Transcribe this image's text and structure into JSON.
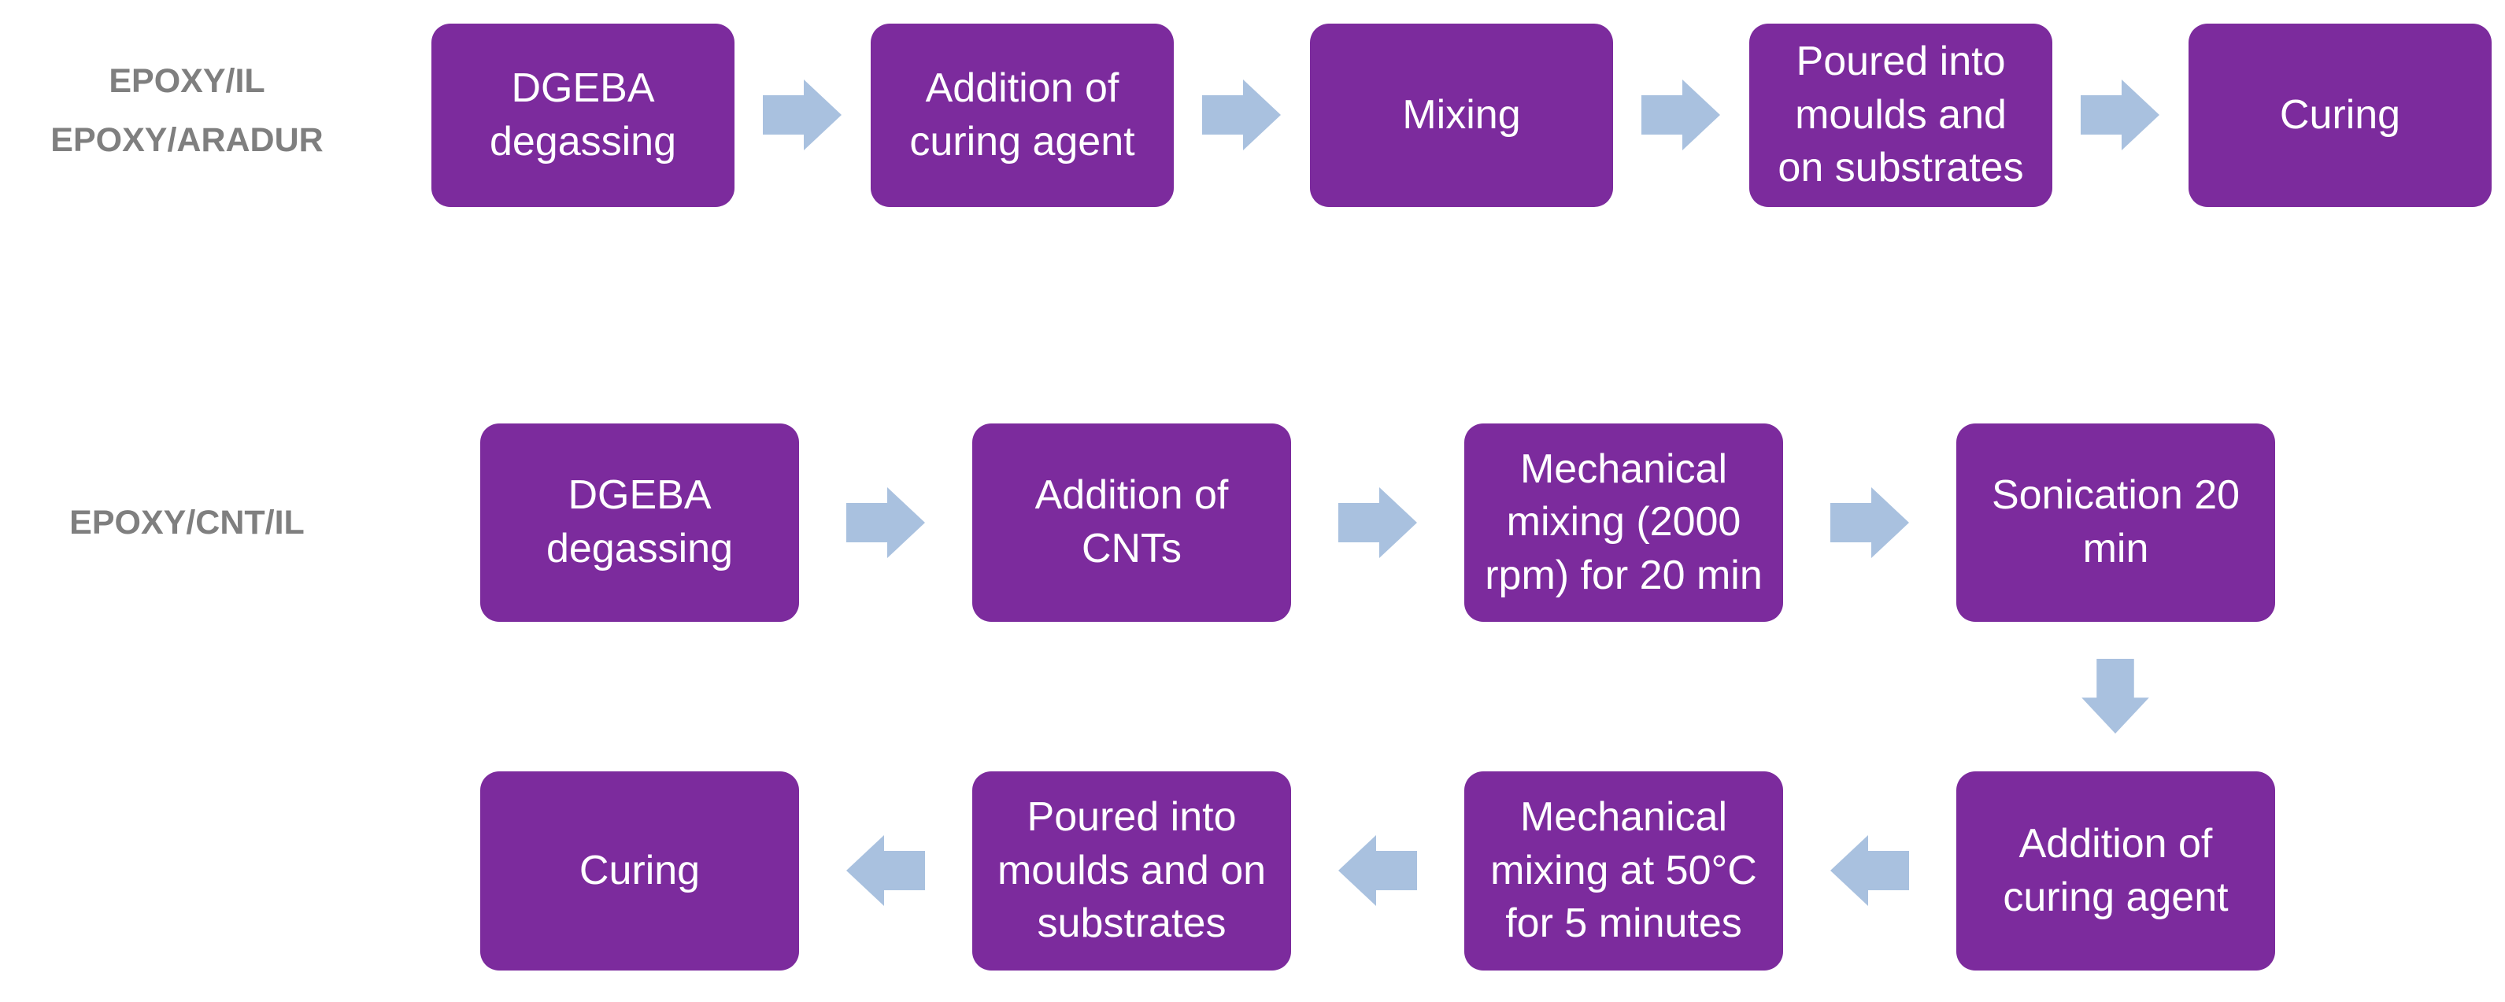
{
  "colors": {
    "background": "#FFFFFF",
    "box_fill": "#7C2B9D",
    "box_text": "#FFFFFF",
    "arrow_fill": "#A9C1DF",
    "row_label_text": "#7F7F7F"
  },
  "flows": [
    {
      "label": "EPOXY/IL\nEPOXY/ARADUR",
      "direction": "left-to-right",
      "steps": [
        "DGEBA\ndegassing",
        "Addition of\ncuring agent",
        "Mixing",
        "Poured into\nmoulds and\non substrates",
        "Curing"
      ]
    },
    {
      "label": "EPOXY/CNT/IL",
      "direction": "serpentine: left-to-right on upper row, down arrow, then right-to-left on lower row",
      "steps": [
        "DGEBA\ndegassing",
        "Addition of\nCNTs",
        "Mechanical\nmixing (2000\nrpm) for 20 min",
        "Sonication 20\nmin",
        "Addition of\ncuring agent",
        "Mechanical\nmixing at 50°C\nfor 5 minutes",
        "Poured into\nmoulds and on\nsubstrates",
        "Curing"
      ]
    }
  ]
}
